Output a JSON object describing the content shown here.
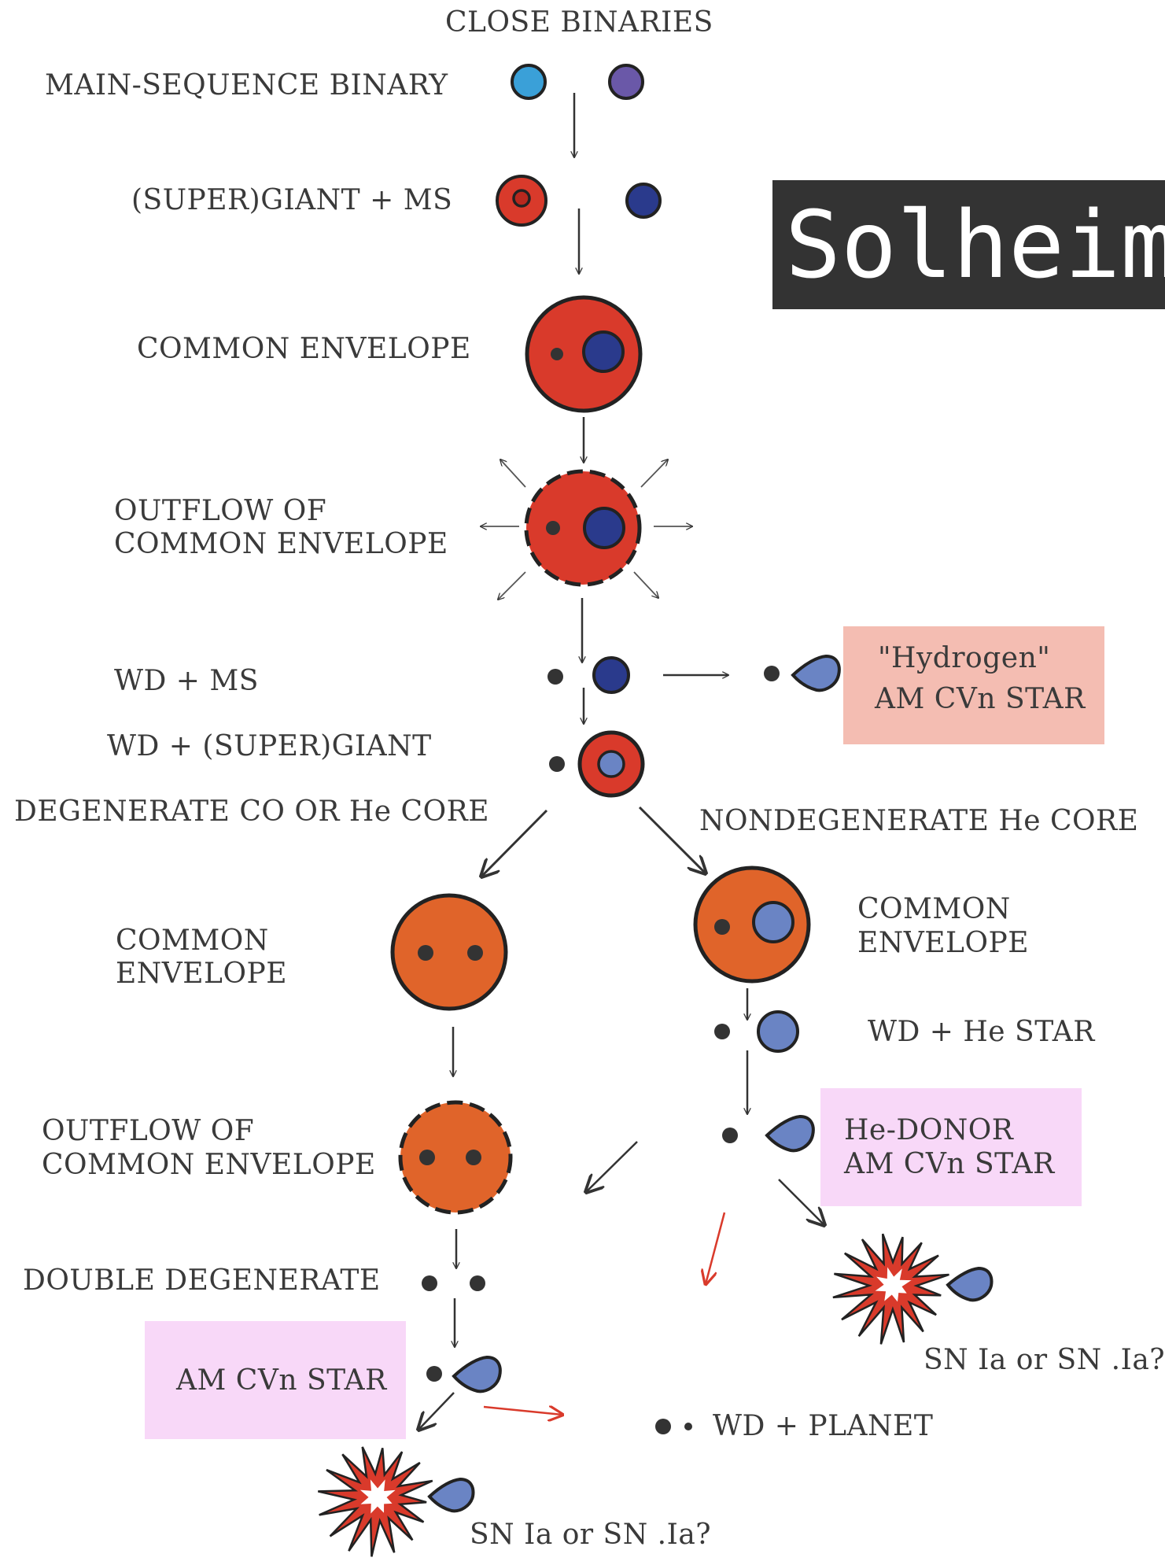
{
  "header": {
    "title": "CLOSE BINARIES"
  },
  "watermark": {
    "text": "Solheim",
    "bg": "#333333"
  },
  "stages": {
    "ms_binary": "MAIN-SEQUENCE BINARY",
    "giant_ms": "(SUPER)GIANT + MS",
    "common_env_1": "COMMON ENVELOPE",
    "outflow_1": [
      "OUTFLOW OF",
      "COMMON ENVELOPE"
    ],
    "wd_ms": "WD  + MS",
    "wd_giant": "WD + (SUPER)GIANT",
    "degenerate_core": "DEGENERATE CO OR He CORE",
    "nondegenerate_core": "NONDEGENERATE He CORE",
    "common_env_left": [
      "COMMON",
      "ENVELOPE"
    ],
    "common_env_right": [
      "COMMON",
      "ENVELOPE"
    ],
    "wd_he_star": "WD + He STAR",
    "outflow_2": [
      "OUTFLOW OF",
      "COMMON ENVELOPE"
    ],
    "double_degenerate": "DOUBLE DEGENERATE",
    "wd_planet": "WD + PLANET",
    "sn_right": "SN Ia or SN .Ia?",
    "sn_bottom": "SN Ia or SN .Ia?"
  },
  "boxes": {
    "hydrogen_amcvn": [
      "\"Hydrogen\"",
      "AM CVn STAR"
    ],
    "he_donor_amcvn": [
      "He-DONOR",
      "AM CVn STAR"
    ],
    "amcvn_star": "AM CVn STAR"
  },
  "colors": {
    "giant_red": "#d93a2b",
    "envelope_orange": "#e0642a",
    "ms_blue": "#2a3a8c",
    "ms_cyan": "#3aa0d8",
    "ms_purple": "#6a58a8",
    "donor_blue": "#6a84c4",
    "hydrogen_box": "#f4bdb2",
    "amcvn_box": "#f8d8f8",
    "red_arrow": "#d93a2b"
  }
}
